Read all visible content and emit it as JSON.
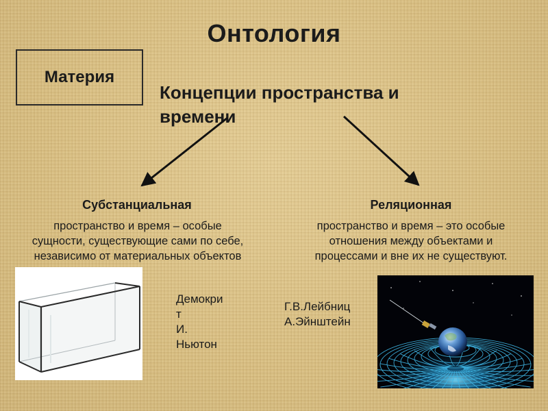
{
  "title": "Онтология",
  "matter_label": "Материя",
  "concepts_heading": {
    "line1": "Концепции пространства и",
    "line2": "времени"
  },
  "substantial": {
    "title": "Субстанциальная",
    "desc_lines": [
      "пространство и время – особые",
      "сущности, существующие сами по себе,",
      "независимо от материальных объектов"
    ],
    "thinkers_lines": [
      "Демокри",
      "т",
      "И.",
      "Ньютон"
    ]
  },
  "relational": {
    "title": "Реляционная",
    "desc_lines": [
      "пространство и время – это особые",
      "отношения между объектами и",
      "процессами и вне их не существуют."
    ],
    "thinkers_lines": [
      "Г.В.Лейбниц",
      "А.Эйнштейн"
    ]
  },
  "colors": {
    "background": "#d8bf86",
    "text": "#1b1b1b",
    "grid": "#3fb7e6"
  },
  "images": {
    "left": "glass-aquarium-image",
    "right": "spacetime-curvature-image"
  }
}
